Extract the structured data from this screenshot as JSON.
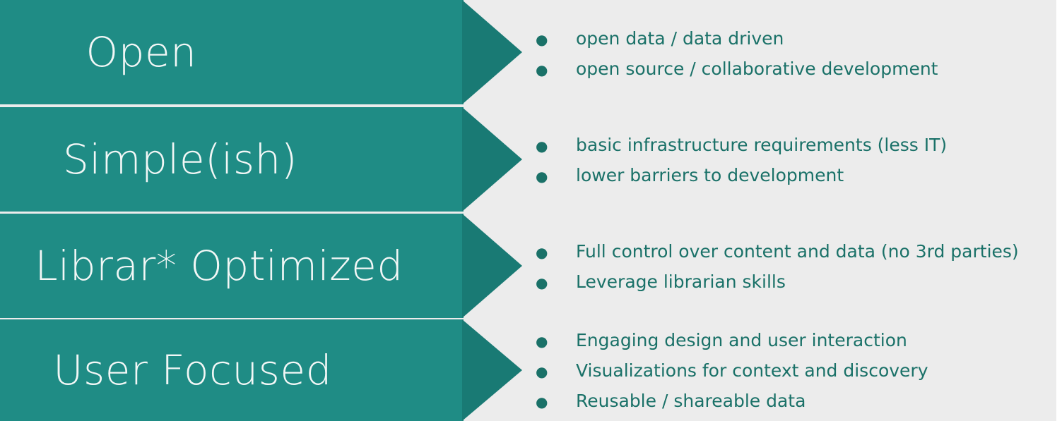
{
  "theme": {
    "chevron_body_color": "#1f8c85",
    "chevron_head_color": "#197a74",
    "chevron_label_color": "#f2f7f6",
    "panel_background_color": "#ececec",
    "bullet_text_color": "#1a7168",
    "page_background_color": "#ffffff"
  },
  "diagram": {
    "type": "chevron-list",
    "rows": [
      {
        "label": "Open",
        "bullets": [
          "open data / data driven",
          "open source / collaborative development"
        ]
      },
      {
        "label": "Simple(ish)",
        "bullets": [
          "basic infrastructure requirements (less IT)",
          "lower barriers to development"
        ]
      },
      {
        "label": "Librar* Optimized",
        "bullets": [
          "Full control over content and data (no 3rd parties)",
          "Leverage librarian skills"
        ]
      },
      {
        "label": "User Focused",
        "bullets": [
          "Engaging design and user interaction",
          "Visualizations for context and discovery",
          "Reusable / shareable data"
        ]
      }
    ]
  }
}
